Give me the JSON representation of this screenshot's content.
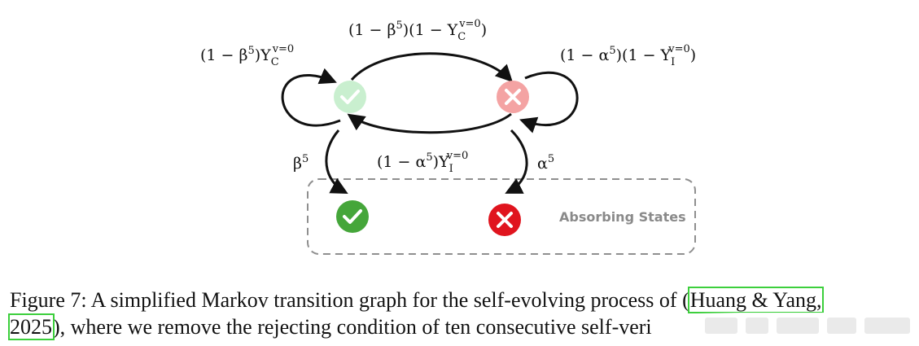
{
  "diagram": {
    "edges": {
      "top": {
        "pre": "(1 − β",
        "sup1": "5",
        "mid": ")(1 − Y",
        "sub": "C",
        "sup2": "v=0",
        "post": ")"
      },
      "left_loop": {
        "pre": "(1 − β",
        "sup1": "5",
        "mid": ")Y",
        "sub": "C",
        "sup2": "v=0",
        "post": ""
      },
      "right_loop": {
        "pre": "(1 − α",
        "sup1": "5",
        "mid": ")(1 − Y",
        "sub": "I",
        "sup2": "v=0",
        "post": ")"
      },
      "bottom": {
        "pre": "(1 − α",
        "sup1": "5",
        "mid": ")Y",
        "sub": "I",
        "sup2": "v=0",
        "post": ""
      },
      "beta_down": {
        "base": "β",
        "sup": "5"
      },
      "alpha_down": {
        "base": "α",
        "sup": "5"
      }
    },
    "absorbing_label": "Absorbing States",
    "colors": {
      "correct_light": "#c9efcf",
      "incorrect_light": "#f4a3a3",
      "correct_dark": "#45a63a",
      "incorrect_dark": "#e0141e",
      "dashed_box": "#8f8f8f"
    }
  },
  "caption": {
    "prefix": "Figure 7: A simplified Markov transition graph for the self-evolving process of (",
    "cite_authors": "Huang & Yang,",
    "cite_year": "2025",
    "suffix": "), where we remove the rejecting condition of ten consecutive self-veri"
  }
}
